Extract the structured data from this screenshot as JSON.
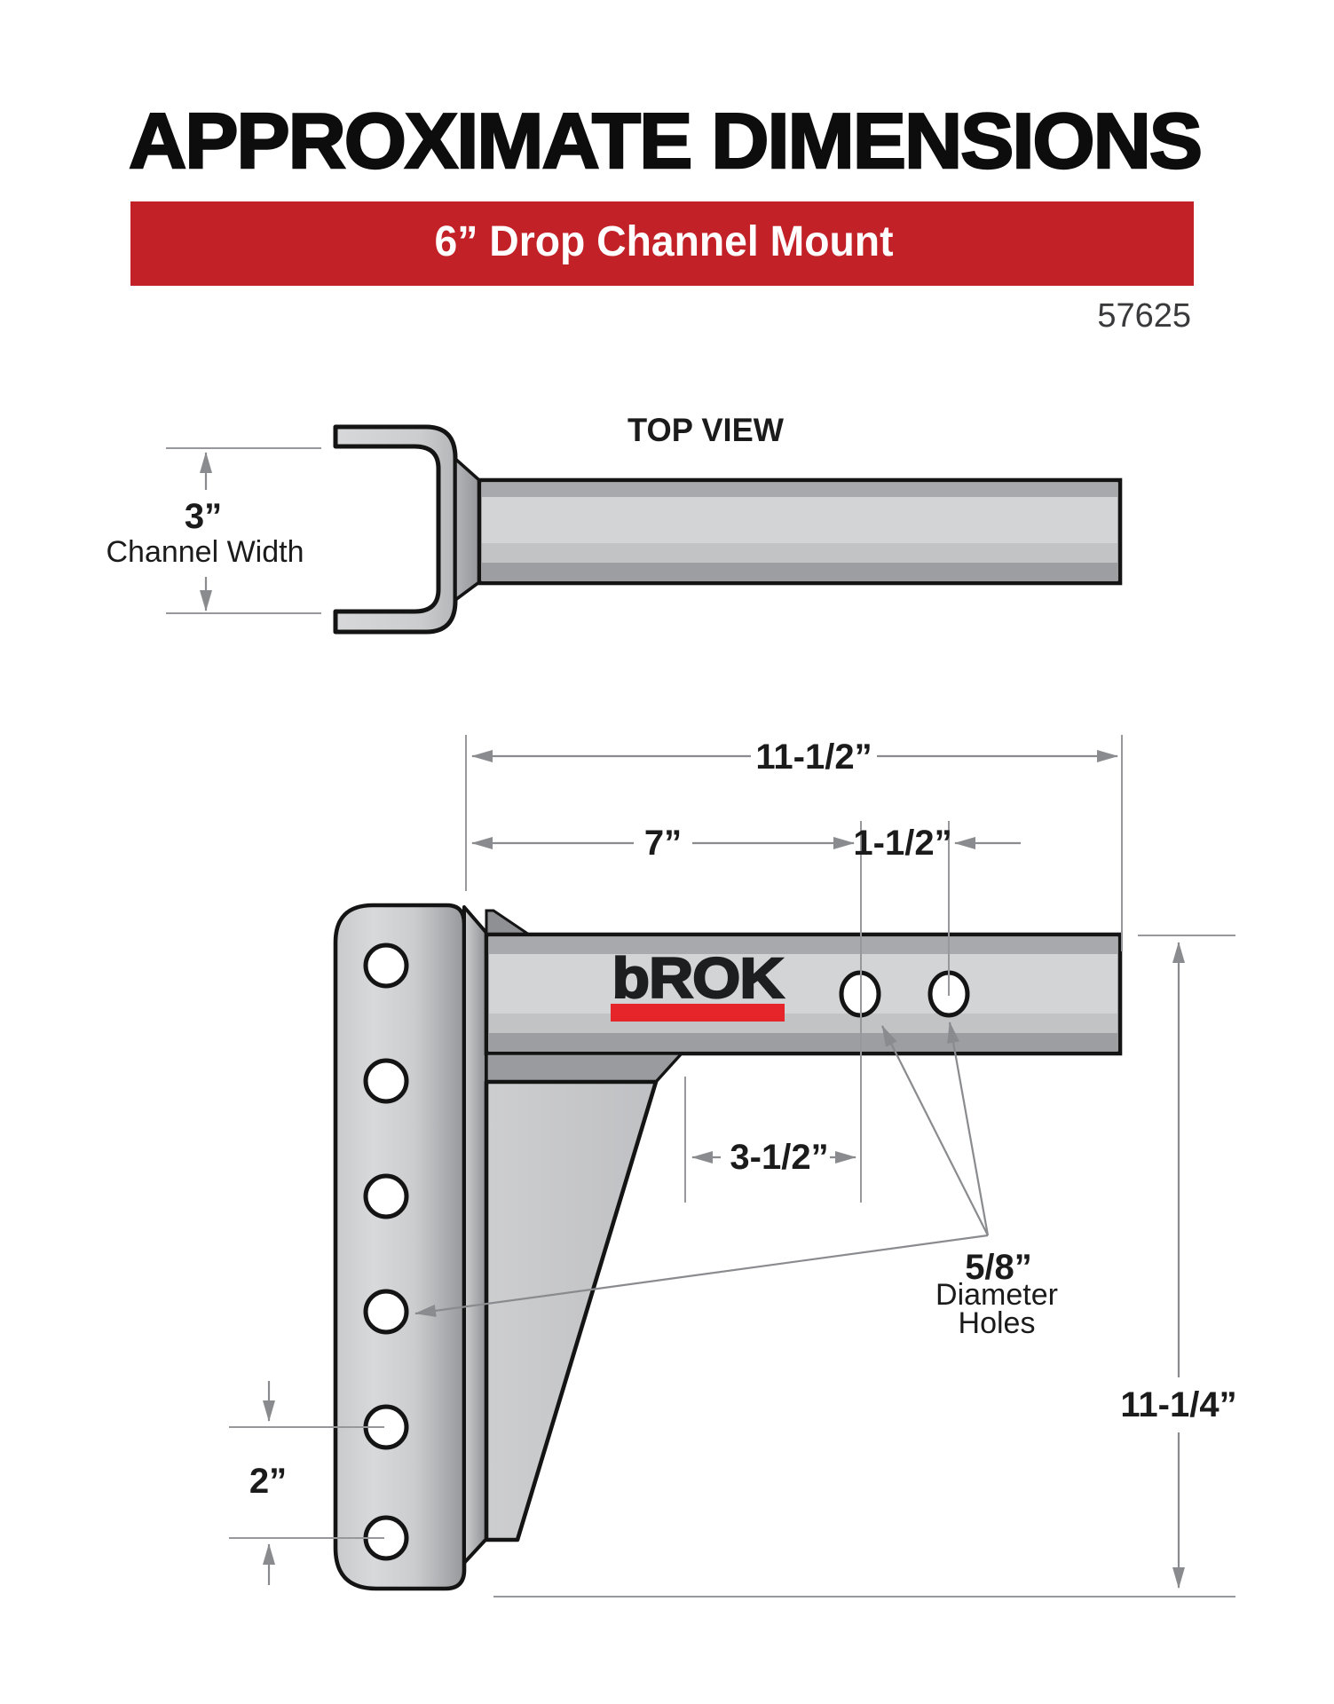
{
  "header": {
    "title": "APPROXIMATE DIMENSIONS",
    "banner": {
      "label": "6” Drop Channel Mount"
    },
    "part_number": "57625"
  },
  "top_view": {
    "label": "TOP VIEW",
    "channel_width": {
      "value": "3”",
      "caption": "Channel Width"
    }
  },
  "side_view": {
    "logo": {
      "text": "bROK"
    },
    "dims": {
      "overall_length": "11-1/2”",
      "shank_to_first_hole": "7”",
      "shank_hole_spacing": "1-1/2”",
      "gusset_to_hole": "3-1/2”",
      "overall_height": "11-1/4”",
      "channel_hole_spacing": "2”"
    },
    "hole_note": [
      "5/8”",
      "Diameter",
      "Holes"
    ]
  },
  "colors": {
    "banner_red": "#c22127",
    "logo_red": "#e6252b",
    "dim_gray": "#8a8b8e",
    "steel_light": "#d3d4d6",
    "steel_band_dark": "#9c9ea1",
    "steel_band_mid": "#a8a9ac"
  }
}
